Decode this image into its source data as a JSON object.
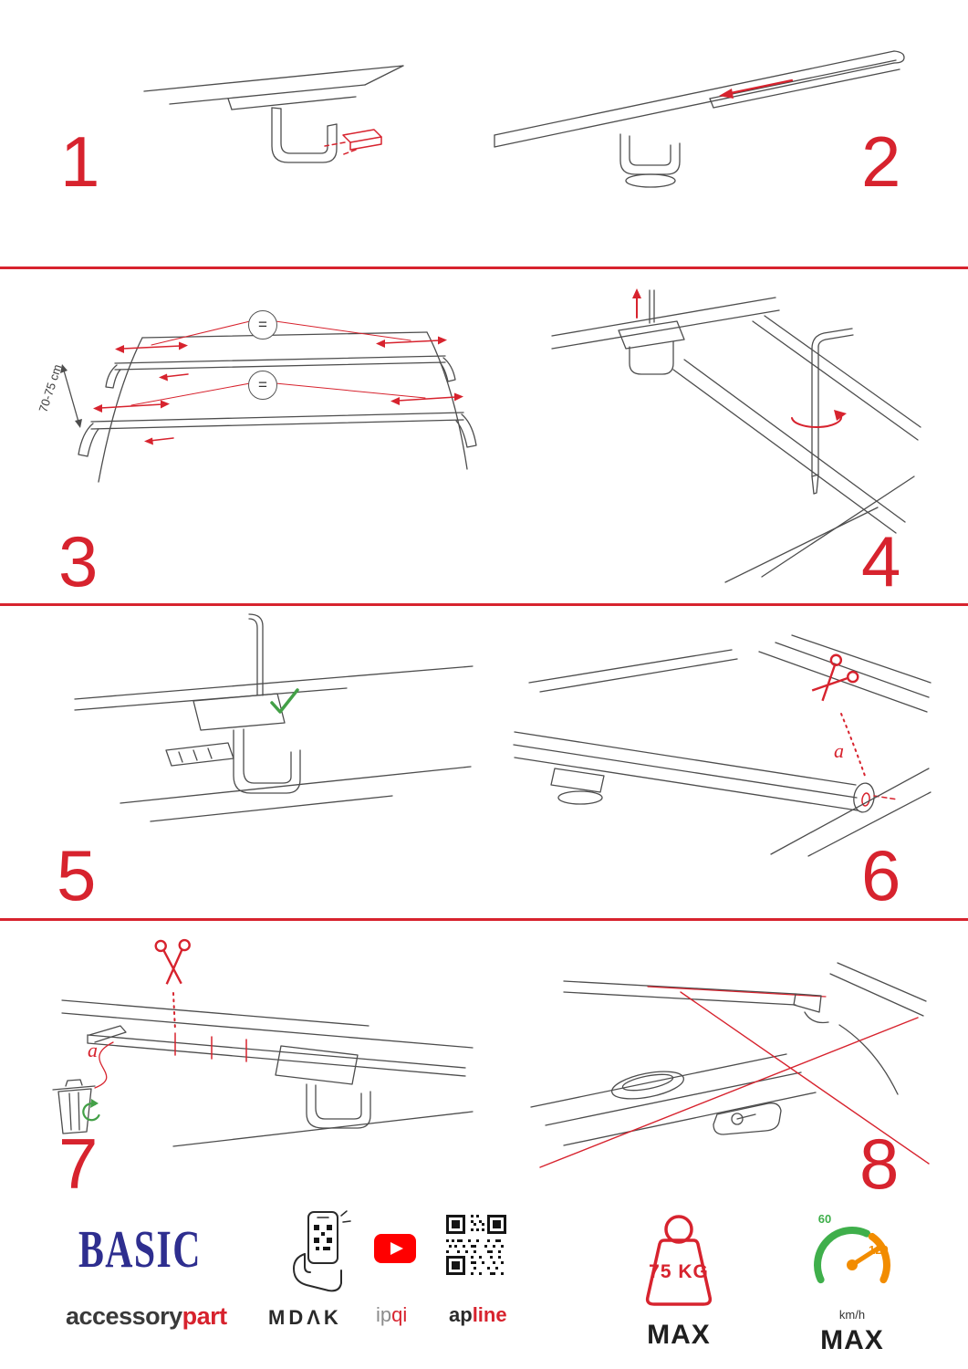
{
  "colors": {
    "accent_red": "#d7232e",
    "brand_blue": "#2e2e8f",
    "drawing_line": "#4d4d4d",
    "check_green": "#43a047",
    "gauge_orange": "#f28c00",
    "youtube_red": "#ff0000"
  },
  "steps": [
    {
      "number": "1"
    },
    {
      "number": "2"
    },
    {
      "number": "3"
    },
    {
      "number": "4"
    },
    {
      "number": "5"
    },
    {
      "number": "6"
    },
    {
      "number": "7"
    },
    {
      "number": "8"
    }
  ],
  "labels": {
    "bar_distance": "70-75 cm",
    "equal": "=",
    "cut_a_6": "a",
    "cut_a_7": "a"
  },
  "footer": {
    "brand": "BASIC",
    "brand_sub_dark": "accessory",
    "brand_sub_red": "part",
    "partner_mdak": "MDΛK",
    "partner_ip": "ip",
    "partner_qi": "qi",
    "partner_ap": "ap",
    "partner_line": "line",
    "weight_value": "75 KG",
    "weight_max": "MAX",
    "speed_low": "60",
    "speed_high": "120",
    "speed_unit": "km/h",
    "speed_max": "MAX"
  }
}
